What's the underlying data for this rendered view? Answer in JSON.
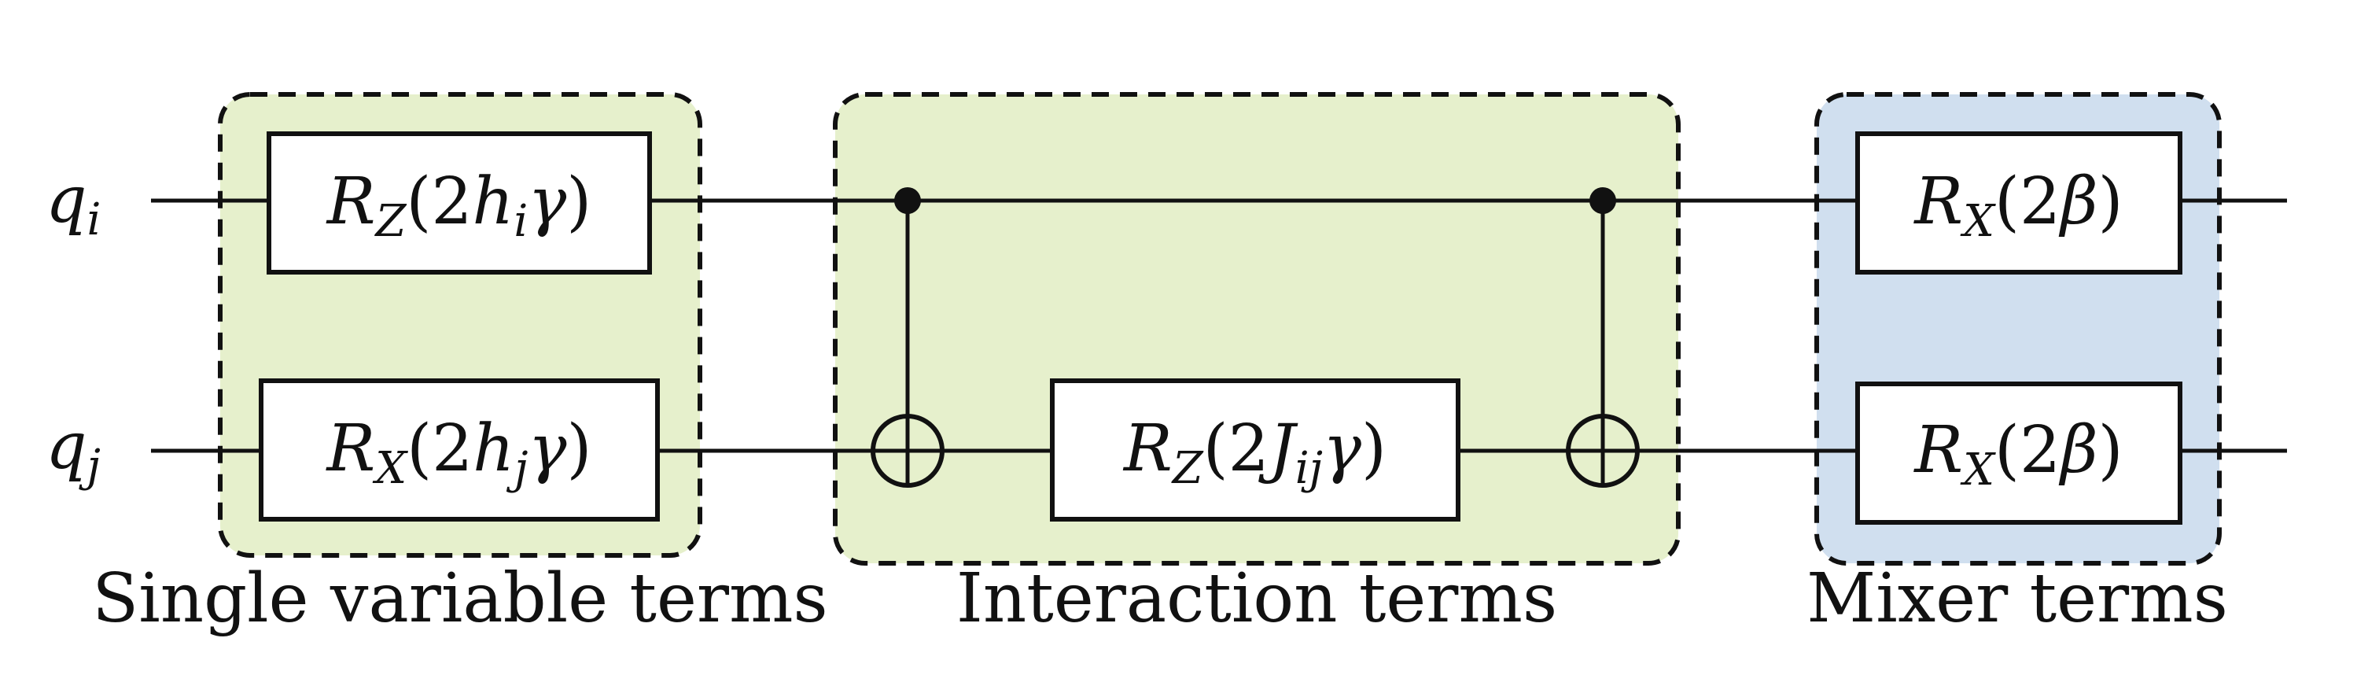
{
  "diagram": {
    "qubits": [
      {
        "label_main": "q",
        "label_sub": "i"
      },
      {
        "label_main": "q",
        "label_sub": "j"
      }
    ],
    "groups": [
      {
        "caption": "Single variable terms",
        "fill": "#e6f0cc"
      },
      {
        "caption": "Interaction terms",
        "fill": "#e6f0cc"
      },
      {
        "caption": "Mixer terms",
        "fill": "#d0dfef"
      }
    ],
    "gates": {
      "rz_hi": {
        "op": "R",
        "op_sub": "Z",
        "arg_open": "(2",
        "arg_var": "h",
        "arg_var_sub": "i",
        "arg_tail": "γ",
        "arg_close": ")"
      },
      "rx_hj": {
        "op": "R",
        "op_sub": "X",
        "arg_open": "(2",
        "arg_var": "h",
        "arg_var_sub": "j",
        "arg_tail": "γ",
        "arg_close": ")"
      },
      "rz_jij": {
        "op": "R",
        "op_sub": "Z",
        "arg_open": "(2",
        "arg_var": "J",
        "arg_var_sub": "ij",
        "arg_tail": "γ",
        "arg_close": ")"
      },
      "rx_beta_i": {
        "op": "R",
        "op_sub": "X",
        "arg_open": "(2",
        "arg_var": "β",
        "arg_close": ")"
      },
      "rx_beta_j": {
        "op": "R",
        "op_sub": "X",
        "arg_open": "(2",
        "arg_var": "β",
        "arg_close": ")"
      }
    },
    "colors": {
      "line": "#111111",
      "single_variable_fill": "#e6f0cc",
      "interaction_fill": "#e6f0cc",
      "mixer_fill": "#d0dfef"
    }
  }
}
